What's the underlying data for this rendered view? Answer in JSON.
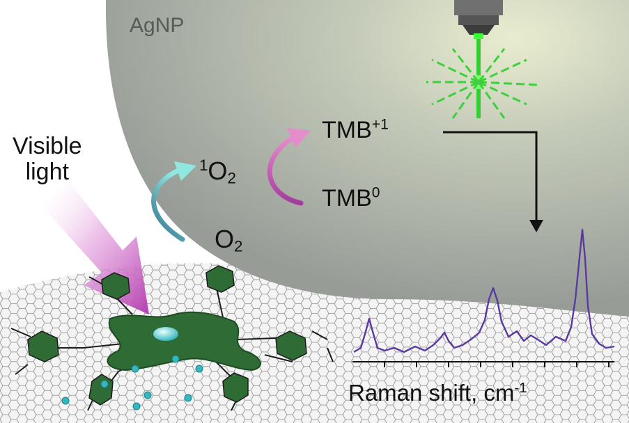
{
  "labels": {
    "agnp": "AgNP",
    "visible_line1": "Visible",
    "visible_line2": "light",
    "tmb_plus": {
      "base": "TMB",
      "sup": "+1"
    },
    "tmb_zero": {
      "base": "TMB",
      "sup": "0"
    },
    "singlet_oxygen": {
      "sup": "1",
      "base": "O",
      "sub": "2"
    },
    "oxygen": {
      "base": "O",
      "sub": "2"
    },
    "raman_axis": {
      "base": "Raman shift, cm",
      "sup": "-1"
    }
  },
  "colors": {
    "nanoparticle": "#a7aca6",
    "porphyrin": "#2f6b35",
    "light_arrow": "#c060c0",
    "cyan_arrow": "#3aa6a8",
    "magenta_arrow": "#c04aa6",
    "spectrum": "#5a3aa0",
    "laser": "#2fd02f"
  },
  "icons": [
    "laser-objective-icon",
    "porphyrin-molecule-icon",
    "graphene-sheet-icon"
  ]
}
